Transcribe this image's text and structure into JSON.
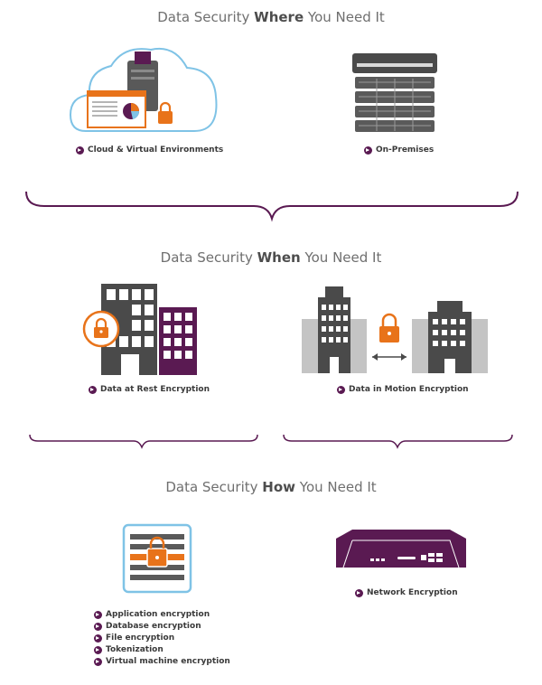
{
  "headings": {
    "where": {
      "pre": "Data Security ",
      "bold": "Where",
      "post": " You Need It"
    },
    "when": {
      "pre": "Data Security ",
      "bold": "When",
      "post": " You Need It"
    },
    "how": {
      "pre": "Data Security ",
      "bold": "How",
      "post": " You Need It"
    }
  },
  "labels": {
    "cloud": "Cloud & Virtual Environments",
    "onprem": "On-Premises",
    "rest": "Data at Rest Encryption",
    "motion": "Data in Motion Encryption",
    "network": "Network Encryption"
  },
  "how_list": [
    "Application encryption",
    "Database encryption",
    "File encryption",
    "Tokenization",
    "Virtual machine encryption"
  ],
  "colors": {
    "accent_purple": "#5a1a52",
    "lock_orange": "#e8731a",
    "dark_gray": "#4a4a4a",
    "light_gray": "#b5b5b5",
    "cloud_blue": "#7fc3e6"
  }
}
